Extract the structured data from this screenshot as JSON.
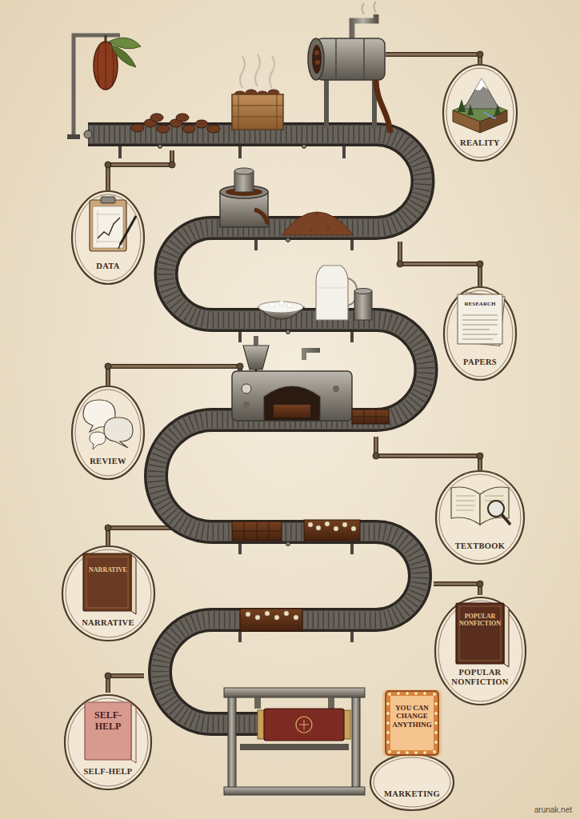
{
  "diagram": {
    "nodes": [
      {
        "text": [
          "REALITY"
        ]
      },
      {
        "text": [
          "DATA"
        ]
      },
      {
        "text": [
          "RESEARCH",
          "PAPERS"
        ]
      },
      {
        "text": [
          "REVIEW"
        ]
      },
      {
        "text": [
          "TEXTBOOK"
        ]
      },
      {
        "text": [
          "NARRATIVE",
          "NARRATIVE"
        ]
      },
      {
        "text": [
          "POPULAR NONFICTION",
          "POPULAR NONFICTION"
        ]
      },
      {
        "text": [
          "SELF-HELP",
          "SELF-HELP"
        ]
      },
      {
        "text": [
          "YOU CAN CHANGE ANYTHING",
          "MARKETING"
        ]
      }
    ],
    "labels": [
      "arunak.net"
    ]
  }
}
